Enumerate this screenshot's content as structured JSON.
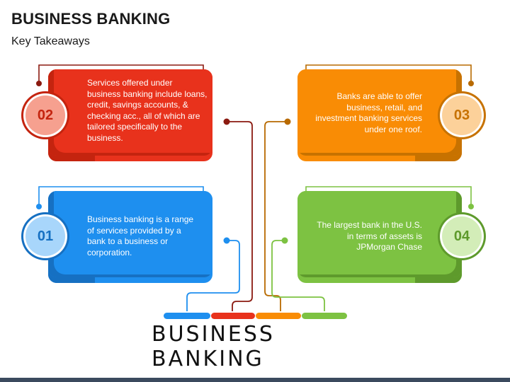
{
  "header": {
    "title": "BUSINESS BANKING",
    "subtitle": "Key Takeaways"
  },
  "banner": {
    "label": "BUSINESS BANKING"
  },
  "cards": [
    {
      "number": "02",
      "color": "#E8321C",
      "text": "Services offered under business banking include loans, credit, savings accounts, & checking acc., all of which are tailored specifically to the business."
    },
    {
      "number": "03",
      "color": "#F98C05",
      "text": "Banks are able to offer business, retail, and investment banking services under one roof."
    },
    {
      "number": "01",
      "color": "#1E8FEF",
      "text": "Business banking is a range of services provided by a bank to a business or corporation."
    },
    {
      "number": "04",
      "color": "#7DC242",
      "text": "The largest bank in the U.S. in terms of assets is JPMorgan Chase"
    }
  ],
  "colors": {
    "blue": "#1E8FEF",
    "red": "#E8321C",
    "orange": "#F98C05",
    "green": "#7DC242",
    "dark_red": "#8B1A10",
    "dark_orange": "#B86A00"
  }
}
